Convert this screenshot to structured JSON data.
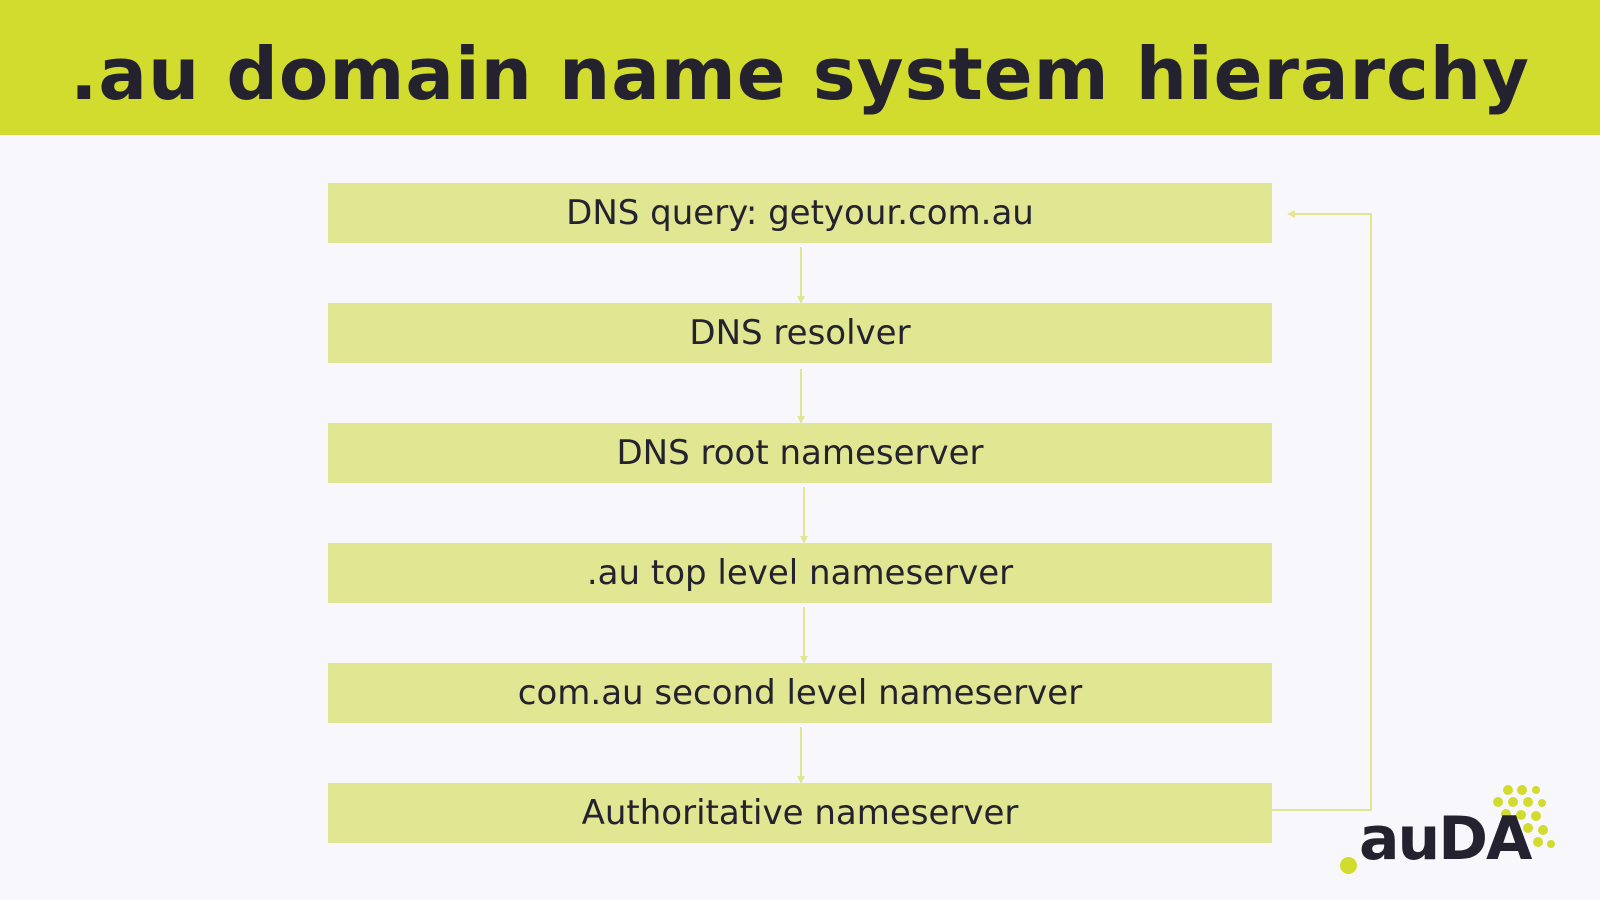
{
  "title": ".au domain name system hierarchy",
  "nodes": [
    {
      "label": "DNS query: getyour.com.au"
    },
    {
      "label": "DNS resolver"
    },
    {
      "label": "DNS root nameserver"
    },
    {
      "label": ".au top level nameserver"
    },
    {
      "label": "com.au second level nameserver"
    },
    {
      "label": "Authoritative nameserver"
    }
  ],
  "logo": {
    "text": "auDA"
  },
  "colors": {
    "accent": "#d2dc2e",
    "node_fill": "#e1e692",
    "connector": "#e1e692",
    "text": "#23222e",
    "background": "#f8f8fc"
  }
}
